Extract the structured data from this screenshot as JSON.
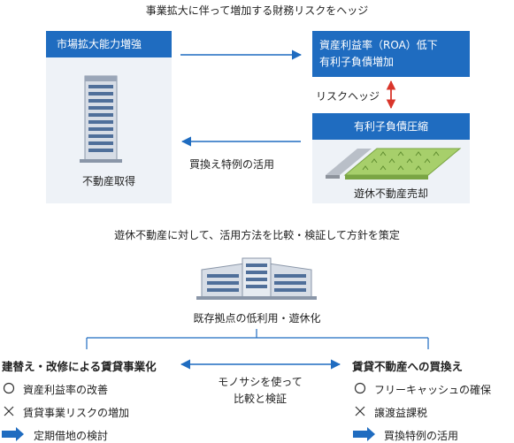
{
  "top": {
    "title": "事業拡大に伴って増加する財務リスクをヘッジ",
    "left_header": "市場拡大能力増強",
    "left_caption": "不動産取得",
    "right_header_line1": "資産利益率（ROA）低下",
    "right_header_line2": "有利子負債増加",
    "risk_hedge": "リスクヘッジ",
    "debt_header": "有利子負債圧縮",
    "idle_caption": "遊休不動産売却",
    "return_arrow_label": "買換え特例の活用"
  },
  "bottom": {
    "title": "遊休不動産に対して、活用方法を比較・検証して方針を策定",
    "building_caption": "既存拠点の低利用・遊休化",
    "left_heading": "建替え・改修による賃貸事業化",
    "left_items": [
      {
        "mark": "○",
        "text": "資産利益率の改善"
      },
      {
        "mark": "×",
        "text": "賃貸事業リスクの増加"
      },
      {
        "mark": "arrow",
        "text": "定期借地の検討"
      }
    ],
    "center_line1": "モノサシを使って",
    "center_line2": "比較と検証",
    "right_heading": "賃貸不動産への買換え",
    "right_items": [
      {
        "mark": "○",
        "text": "フリーキャッシュの確保"
      },
      {
        "mark": "×",
        "text": "譲渡益課税"
      },
      {
        "mark": "arrow",
        "text": "買換特例の活用"
      }
    ]
  },
  "colors": {
    "header_blue": "#1f6cc0",
    "panel_bg": "#eef2f7",
    "hedge_arrow_red": "#d9352a",
    "field_green": "#a7cf6b"
  }
}
